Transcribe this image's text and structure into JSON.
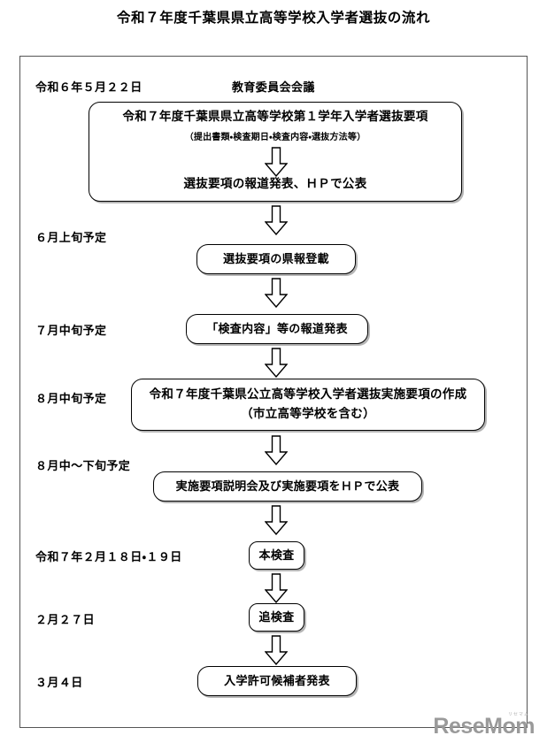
{
  "page": {
    "title": "令和７年度千葉県県立高等学校入学者選抜の流れ"
  },
  "header_row": {
    "date": "令和６年５月２２日",
    "event": "教育委員会会議"
  },
  "flow": {
    "steps": [
      {
        "id": "step-1",
        "date": "",
        "box_type": "composite",
        "line_main": "令和７年度千葉県県立高等学校第１学年入学者選抜要項",
        "line_sub": "（提出書類・検査期日・検査内容・選抜方法等）",
        "line_bottom": "選抜要項の報道発表、ＨＰで公表"
      },
      {
        "id": "step-2",
        "date": "６月上旬予定",
        "box_type": "single",
        "line_main": "選抜要項の県報登載"
      },
      {
        "id": "step-3",
        "date": "７月中旬予定",
        "box_type": "single",
        "line_main": "「検査内容」等の報道発表"
      },
      {
        "id": "step-4",
        "date": "８月中旬予定",
        "box_type": "two-line",
        "line_main": "令和７年度千葉県公立高等学校入学者選抜実施要項の作成",
        "line_main2": "（市立高等学校を含む）"
      },
      {
        "id": "step-5",
        "date": "８月中～下旬予定",
        "box_type": "single",
        "line_main": "実施要項説明会及び実施要項をＨＰで公表"
      },
      {
        "id": "step-6",
        "date": "令和７年２月１８日・１９日",
        "box_type": "single",
        "line_main": "本検査"
      },
      {
        "id": "step-7",
        "date": "２月２７日",
        "box_type": "single",
        "line_main": "追検査"
      },
      {
        "id": "step-8",
        "date": "３月４日",
        "box_type": "single",
        "line_main": "入学許可候補者発表"
      }
    ]
  },
  "watermark": {
    "main": "ReseMom",
    "sub": "リセマム"
  },
  "colors": {
    "frame_border": "#555555",
    "box_border": "#000000",
    "box_shadow": "rgba(120,120,120,0.55)",
    "text": "#000000",
    "watermark": "#9a9a9a"
  }
}
